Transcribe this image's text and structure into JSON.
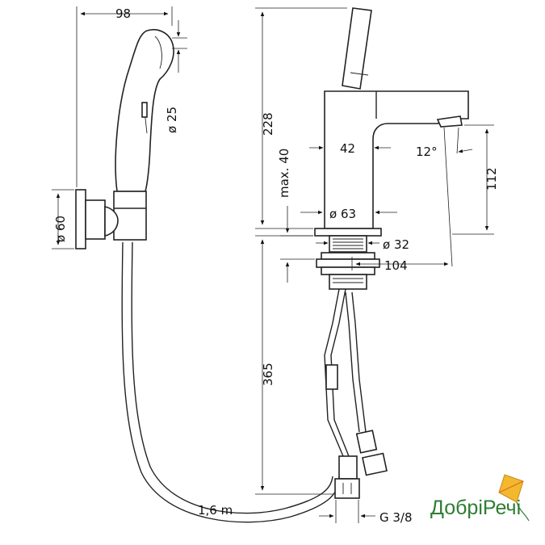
{
  "dimensions": {
    "handshower_width": "98",
    "handshower_diameter": "ø 25",
    "wall_mount_diameter": "ø 60",
    "height_total": "228",
    "max_thickness": "max. 40",
    "spout_offset": "42",
    "spout_angle": "12°",
    "spout_height": "112",
    "base_diameter": "ø 63",
    "thread_diameter": "ø 32",
    "spout_reach": "104",
    "connection_length": "365",
    "hose_length": "1,6 m",
    "connection_thread": "G 3/8"
  },
  "logo": {
    "text": "ДобріРечі",
    "color": "#2e7d32"
  }
}
